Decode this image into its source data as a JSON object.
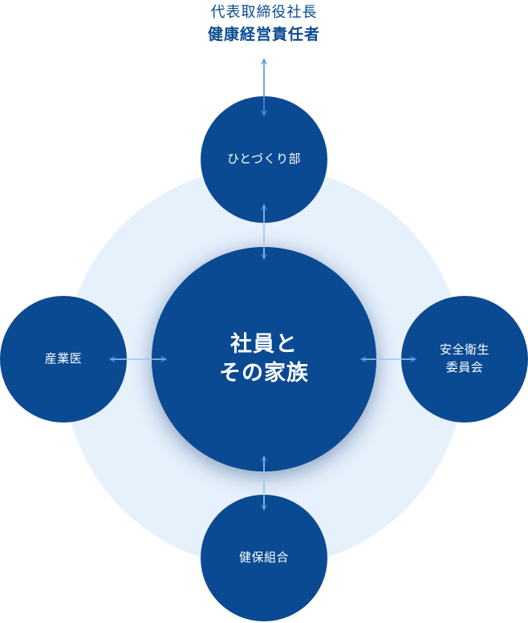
{
  "header": {
    "line1": "代表取締役社長",
    "line2": "健康経営責任者"
  },
  "center": {
    "line1": "社員と",
    "line2": "その家族"
  },
  "nodes": {
    "top": "ひとづくり部",
    "left": "産業医",
    "right": {
      "line1": "安全衛生",
      "line2": "委員会"
    },
    "bottom": "健保組合"
  },
  "colors": {
    "node": "#0a4a92",
    "halo": "#e7f1fc",
    "arrow": "#4a8fd6",
    "text_dark": "#0a4a92"
  }
}
